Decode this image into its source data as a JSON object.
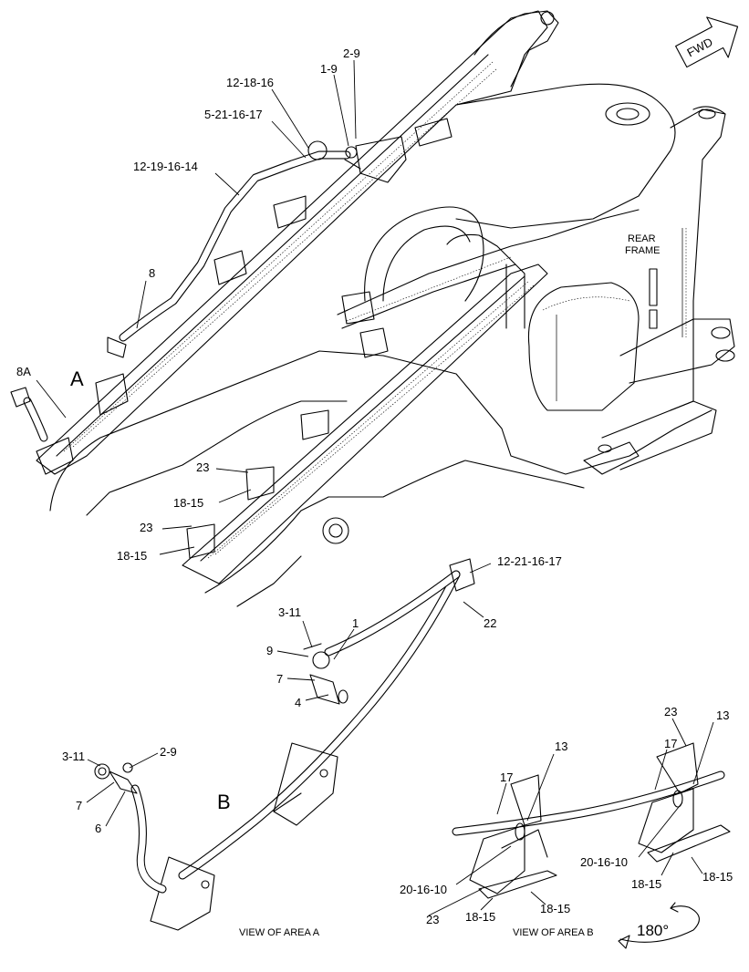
{
  "direction_arrow": {
    "label": "FWD",
    "icon": "forward-arrow-icon"
  },
  "frame_label": {
    "line1": "REAR",
    "line2": "FRAME"
  },
  "area_markers": {
    "a": "A",
    "b": "B"
  },
  "views": {
    "area_a_caption": "VIEW OF AREA A",
    "area_b_caption": "VIEW OF AREA B",
    "rotation_label": "180°",
    "rotation_icon": "rotate-arrow-icon"
  },
  "callouts": {
    "c_2_9_top": "2-9",
    "c_1_9": "1-9",
    "c_12_18_16": "12-18-16",
    "c_5_21_16_17": "5-21-16-17",
    "c_12_19_16_14": "12-19-16-14",
    "c_8": "8",
    "c_8a": "8A",
    "c_23_a": "23",
    "c_18_15_a": "18-15",
    "c_23_b": "23",
    "c_18_15_b": "18-15",
    "c_12_21_16_17": "12-21-16-17",
    "c_22": "22",
    "c_3_11_top": "3-11",
    "c_1": "1",
    "c_9": "9",
    "c_7_top": "7",
    "c_4": "4",
    "c_3_11_low": "3-11",
    "c_2_9_low": "2-9",
    "c_7_low": "7",
    "c_6": "6",
    "c_23_r": "23",
    "c_13_r": "13",
    "c_17_r": "17",
    "c_13_mid": "13",
    "c_17_l": "17",
    "c_20_16_10_r": "20-16-10",
    "c_18_15_r1": "18-15",
    "c_18_15_r2": "18-15",
    "c_20_16_10_l": "20-16-10",
    "c_23_l": "23",
    "c_18_15_l1": "18-15",
    "c_18_15_l2": "18-15"
  }
}
